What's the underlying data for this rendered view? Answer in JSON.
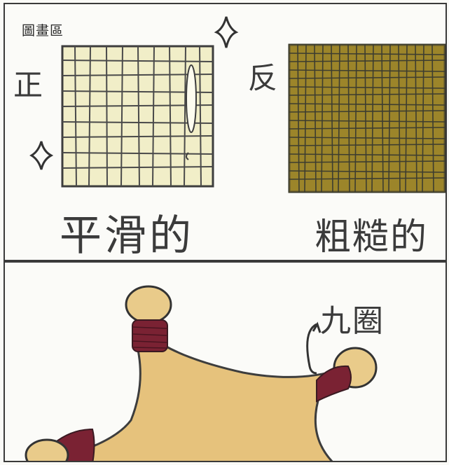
{
  "drawing_area_label": "圖畫區",
  "front": {
    "side_label": "正",
    "texture_label": "平滑的"
  },
  "back": {
    "side_label": "反",
    "texture_label": "粗糙的"
  },
  "bottom": {
    "callout_label": "九圈"
  },
  "colors": {
    "smooth_fill": "#f2efc9",
    "rough_fill": "#8a7a22",
    "grid_line": "#3d3d3d",
    "wood": "#e8c27a",
    "thread": "#7a2233"
  }
}
